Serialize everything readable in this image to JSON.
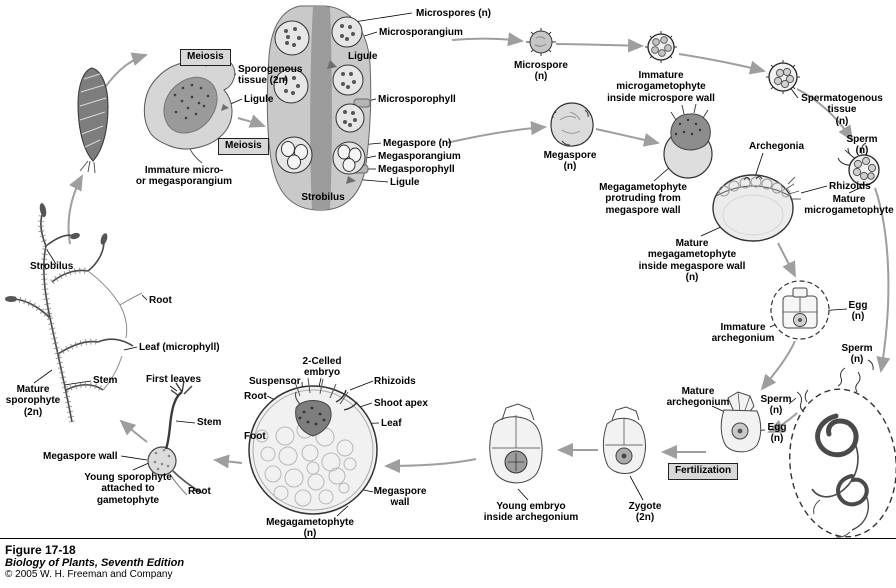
{
  "figure": {
    "title": "Figure 17-18",
    "subtitle": "Biology of Plants, Seventh Edition",
    "copyright": "© 2005 W. H. Freeman and Company"
  },
  "colors": {
    "process_box_bg": "#d8d8d8",
    "arrow": "#9e9e9e"
  },
  "process": {
    "meiosis_upper": "Meiosis",
    "meiosis_lower": "Meiosis",
    "fertilization": "Fertilization"
  },
  "strobilus_section": {
    "microspores": "Microspores (n)",
    "microsporangium": "Microsporangium",
    "ligule_upper": "Ligule",
    "microsporophyll": "Microsporophyll",
    "megaspore": "Megaspore (n)",
    "megasporangium": "Megasporangium",
    "megasporophyll": "Megasporophyll",
    "ligule_lower": "Ligule",
    "caption": "Strobilus"
  },
  "immature_sporangium": {
    "sporogenous_tissue": "Sporogenous\ntissue (2n)",
    "ligule": "Ligule",
    "caption": "Immature micro-\nor megasporangium"
  },
  "sporophyte": {
    "strobilus": "Strobilus",
    "root": "Root",
    "leaf": "Leaf (microphyll)",
    "stem": "Stem",
    "caption": "Mature\nsporophyte\n(2n)"
  },
  "micro_line": {
    "microspore": "Microspore\n(n)",
    "immature_microgametophyte": "Immature\nmicrogametophyte\ninside microspore wall",
    "spermatogenous_tissue": "Spermatogenous\ntissue\n(n)",
    "sperm_upper": "Sperm\n(n)",
    "rhizoids": "Rhizoids",
    "mature_microgametophyte": "Mature\nmicrogametophyte"
  },
  "mega_line": {
    "megaspore": "Megaspore\n(n)",
    "protruding": "Megagametophyte\nprotruding from\nmegaspore wall",
    "archegonia": "Archegonia",
    "mature": "Mature\nmegagametophyte\ninside megaspore wall\n(n)"
  },
  "archegonium": {
    "immature": "Immature\narchegonium",
    "egg_immature": "Egg\n(n)",
    "sperm_middle": "Sperm\n(n)",
    "mature": "Mature\narchegonium",
    "sperm_lower": "Sperm\n(n)",
    "egg_mature": "Egg\n(n)"
  },
  "embryo": {
    "zygote": "Zygote\n(2n)",
    "young_embryo": "Young embryo\ninside archegonium"
  },
  "megagametophyte_detail": {
    "two_celled_embryo": "2-Celled\nembryo",
    "suspensor": "Suspensor",
    "rhizoids": "Rhizoids",
    "root": "Root",
    "shoot_apex": "Shoot apex",
    "leaf": "Leaf",
    "foot": "Foot",
    "megaspore_wall": "Megaspore\nwall",
    "caption": "Megagametophyte\n(n)"
  },
  "young_sporophyte": {
    "first_leaves": "First leaves",
    "stem": "Stem",
    "megaspore_wall": "Megaspore wall",
    "root": "Root",
    "caption": "Young sporophyte\nattached to\ngametophyte"
  }
}
